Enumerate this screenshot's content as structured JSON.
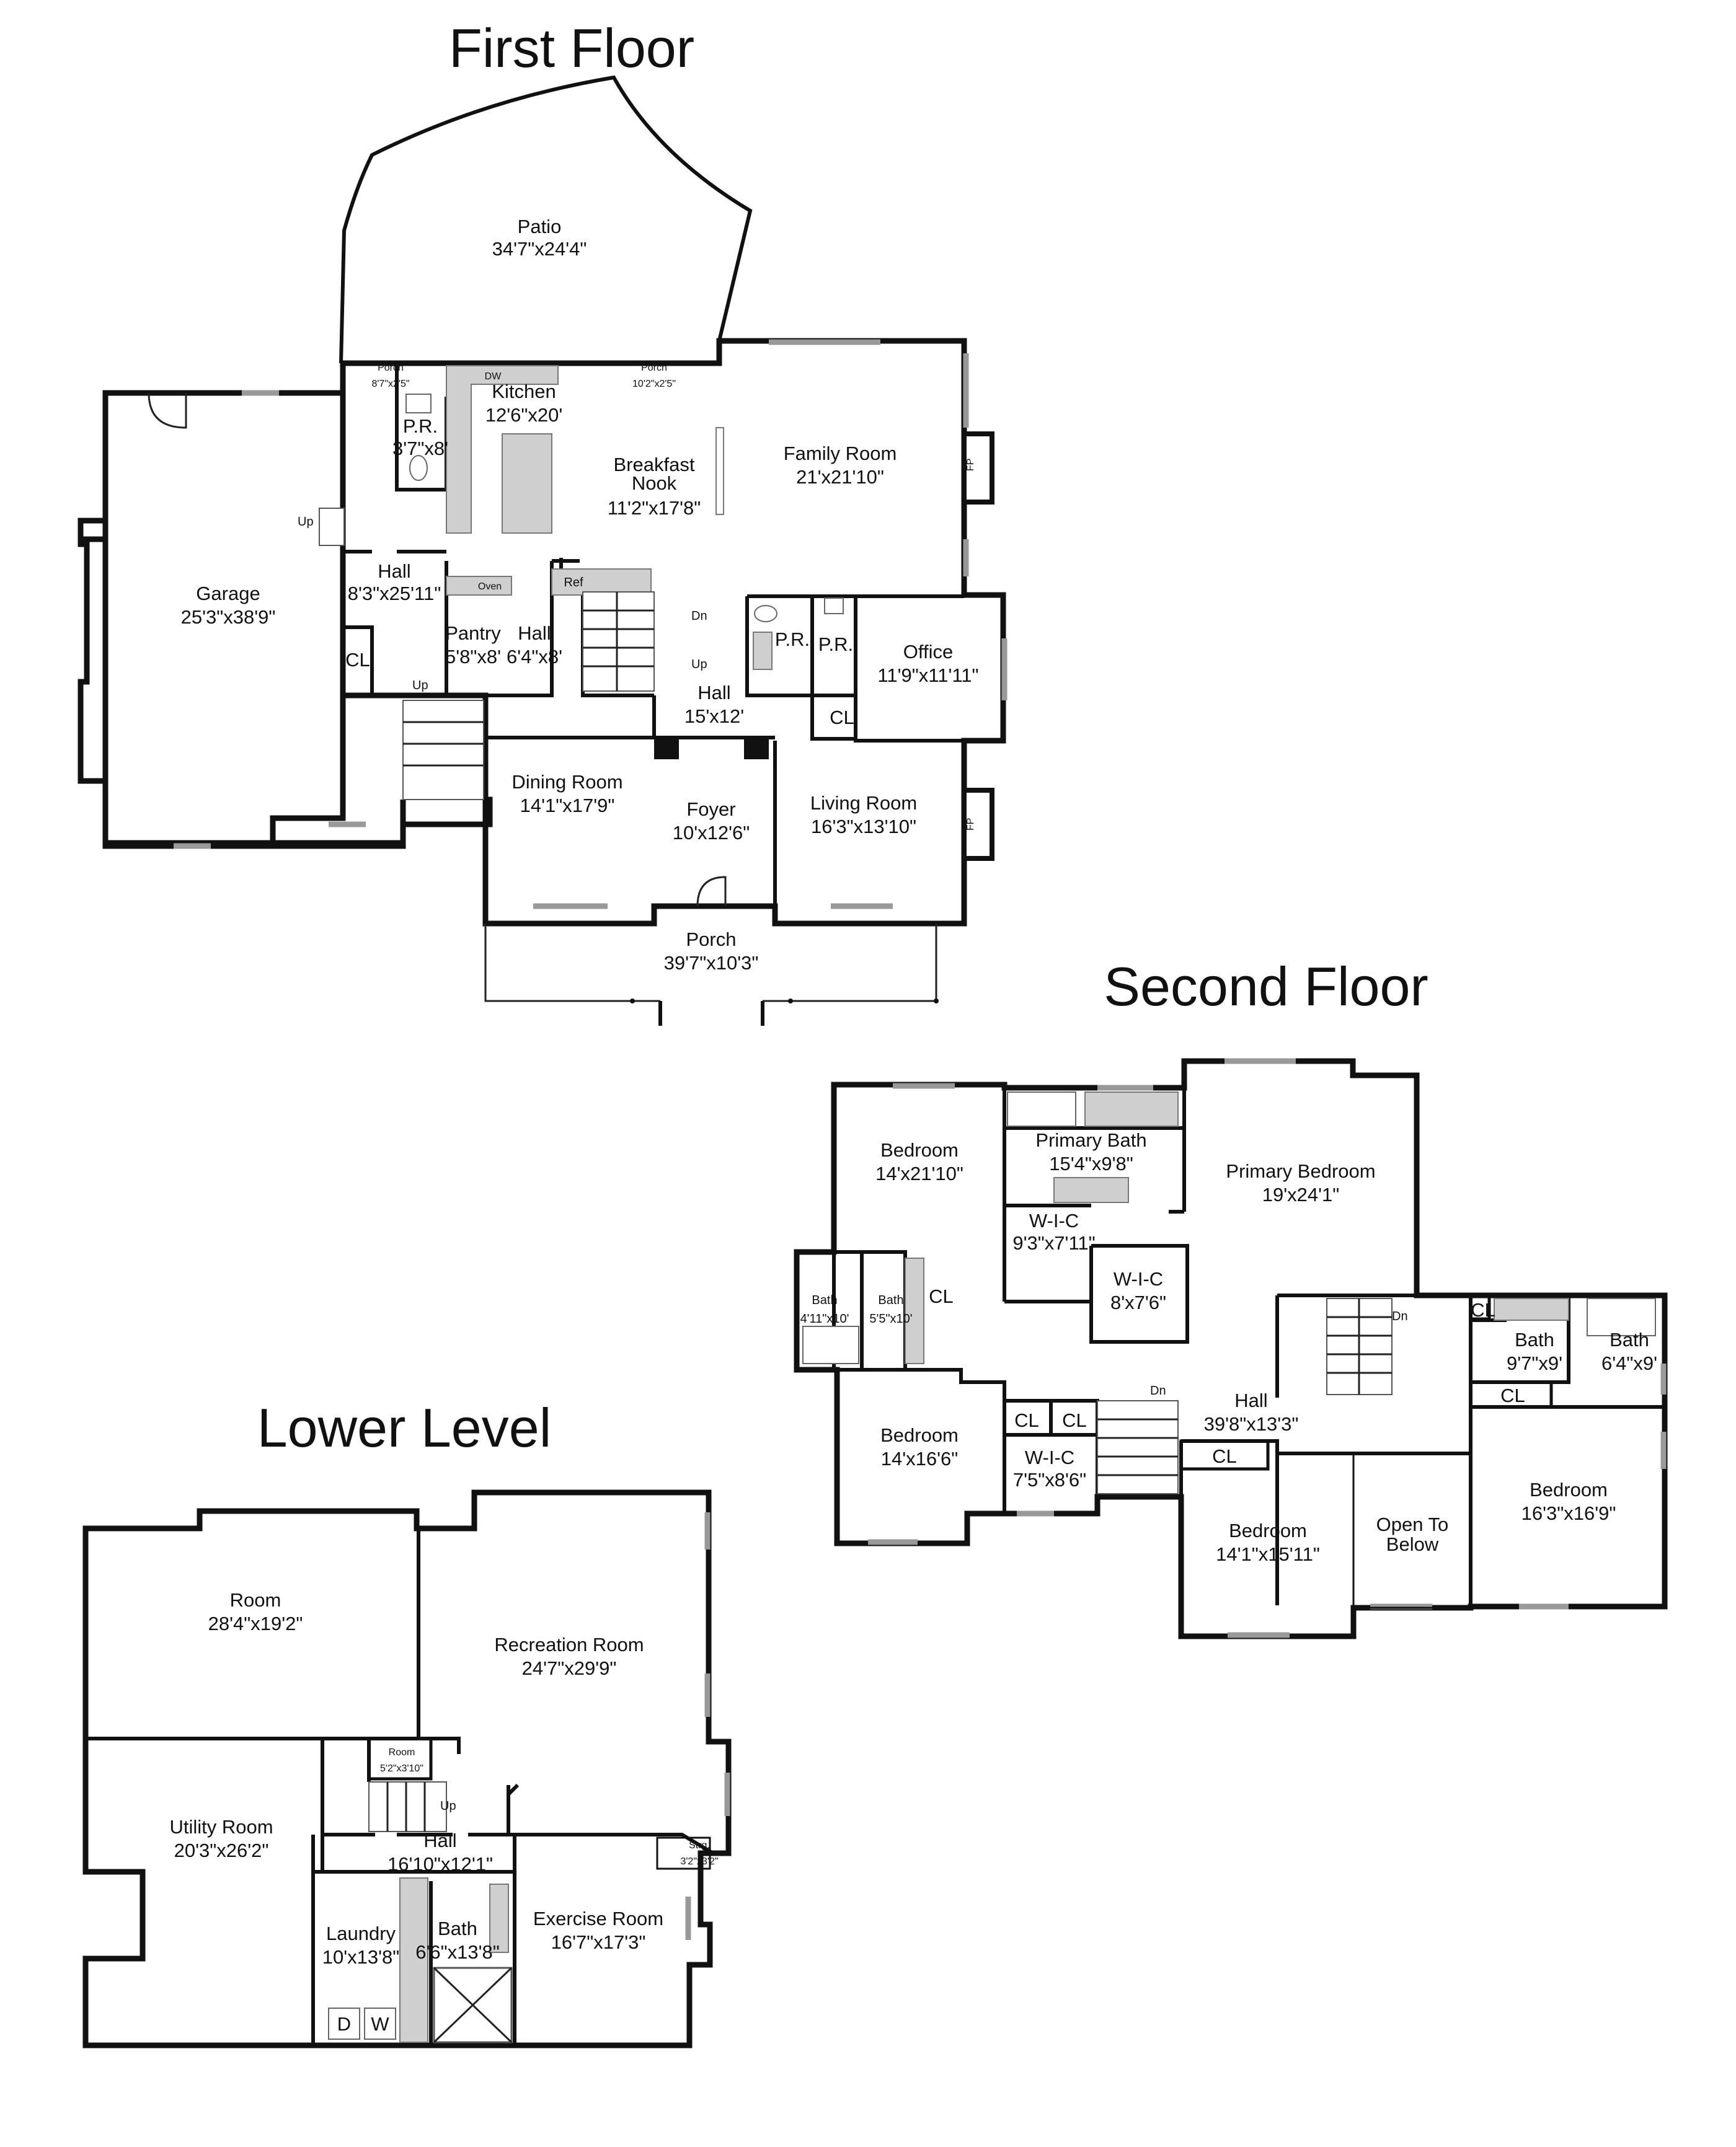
{
  "floors": {
    "first": "First Floor",
    "second": "Second Floor",
    "lower": "Lower Level"
  },
  "first_floor": {
    "patio": {
      "name": "Patio",
      "dim": "34'7\"x24'4\""
    },
    "porch_left": {
      "name": "Porch",
      "dim": "8'7\"x2'5\""
    },
    "porch_right": {
      "name": "Porch",
      "dim": "10'2\"x2'5\""
    },
    "kitchen": {
      "name": "Kitchen",
      "dim": "12'6\"x20'"
    },
    "powder_room_a": {
      "name": "P.R.",
      "dim": "3'7\"x8'"
    },
    "breakfast_nook": {
      "name1": "Breakfast",
      "name2": "Nook",
      "dim": "11'2\"x17'8\""
    },
    "family_room": {
      "name": "Family Room",
      "dim": "21'x21'10\""
    },
    "garage": {
      "name": "Garage",
      "dim": "25'3\"x38'9\""
    },
    "hall_a": {
      "name": "Hall",
      "dim": "8'3\"x25'11\""
    },
    "pantry": {
      "name": "Pantry",
      "dim": "5'8\"x8'"
    },
    "hall_b": {
      "name": "Hall",
      "dim": "6'4\"x8'"
    },
    "closet": "CL",
    "powder_room_b": {
      "name": "P.R."
    },
    "powder_room_c": {
      "name": "P.R."
    },
    "office": {
      "name": "Office",
      "dim": "11'9\"x11'11\""
    },
    "hall_c": {
      "name": "Hall",
      "dim": "15'x12'"
    },
    "closet_b": "CL",
    "dining_room": {
      "name": "Dining Room",
      "dim": "14'1\"x17'9\""
    },
    "foyer": {
      "name": "Foyer",
      "dim": "10'x12'6\""
    },
    "living_room": {
      "name": "Living Room",
      "dim": "16'3\"x13'10\""
    },
    "front_porch": {
      "name": "Porch",
      "dim": "39'7\"x10'3\""
    },
    "labels": {
      "up": "Up",
      "up2": "Up",
      "up3": "Up",
      "dn": "Dn",
      "oven": "Oven",
      "ref": "Ref",
      "dw": "DW",
      "fp": "FP",
      "fp2": "FP"
    }
  },
  "second_floor": {
    "bedroom_a": {
      "name": "Bedroom",
      "dim": "14'x21'10\""
    },
    "primary_bath": {
      "name": "Primary Bath",
      "dim": "15'4\"x9'8\""
    },
    "primary_bedroom": {
      "name": "Primary Bedroom",
      "dim": "19'x24'1\""
    },
    "wic_a": {
      "name": "W-I-C",
      "dim": "9'3\"x7'11\""
    },
    "wic_b": {
      "name": "W-I-C",
      "dim": "8'x7'6\""
    },
    "bath_a": {
      "name": "Bath",
      "dim": "4'11\"x10'"
    },
    "bath_b": {
      "name": "Bath",
      "dim": "5'5\"x10'"
    },
    "closet_a": "CL",
    "bedroom_b": {
      "name": "Bedroom",
      "dim": "14'x16'6\""
    },
    "closet_b": "CL",
    "closet_c": "CL",
    "wic_c": {
      "name": "W-I-C",
      "dim": "7'5\"x8'6\""
    },
    "hall": {
      "name": "Hall",
      "dim": "39'8\"x13'3\""
    },
    "closet_d": "CL",
    "bedroom_c": {
      "name": "Bedroom",
      "dim": "14'1\"x15'11\""
    },
    "open_below": {
      "name1": "Open To",
      "name2": "Below"
    },
    "closet_e": "CL",
    "bath_c": {
      "name": "Bath",
      "dim": "9'7\"x9'"
    },
    "bath_d": {
      "name": "Bath",
      "dim": "6'4\"x9'"
    },
    "closet_f": "CL",
    "bedroom_d": {
      "name": "Bedroom",
      "dim": "16'3\"x16'9\""
    },
    "labels": {
      "dn": "Dn",
      "dn2": "Dn"
    }
  },
  "lower_level": {
    "room": {
      "name": "Room",
      "dim": "28'4\"x19'2\""
    },
    "recreation_room": {
      "name": "Recreation Room",
      "dim": "24'7\"x29'9\""
    },
    "small_room": {
      "name": "Room",
      "dim": "5'2\"x3'10\""
    },
    "utility_room": {
      "name": "Utility Room",
      "dim": "20'3\"x26'2\""
    },
    "hall": {
      "name": "Hall",
      "dim": "16'10\"x12'1\""
    },
    "storage": {
      "name": "Strg.",
      "dim": "3'2\"x3'2\""
    },
    "laundry": {
      "name": "Laundry",
      "dim": "10'x13'8\""
    },
    "bath": {
      "name": "Bath",
      "dim": "6'6\"x13'8\""
    },
    "exercise_room": {
      "name": "Exercise Room",
      "dim": "16'7\"x17'3\""
    },
    "labels": {
      "up": "Up",
      "dryer": "D",
      "washer": "W"
    }
  },
  "colors": {
    "walls": "#111111",
    "windows": "#999999",
    "fixtures": "#cfcfcf",
    "background": "#ffffff"
  }
}
